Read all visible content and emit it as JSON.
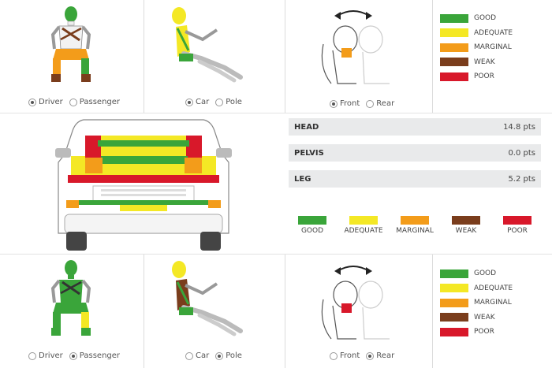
{
  "colors": {
    "good": "#3aa53a",
    "adequate": "#f4e825",
    "marginal": "#f39c1a",
    "weak": "#7a3d1c",
    "poor": "#d8182a"
  },
  "top": {
    "occupant_options": [
      {
        "label": "Driver",
        "selected": true
      },
      {
        "label": "Passenger",
        "selected": false
      }
    ],
    "impact_options": [
      {
        "label": "Car",
        "selected": true
      },
      {
        "label": "Pole",
        "selected": false
      }
    ],
    "view_options": [
      {
        "label": "Front",
        "selected": true
      },
      {
        "label": "Rear",
        "selected": false
      }
    ],
    "legend": [
      "GOOD",
      "ADEQUATE",
      "MARGINAL",
      "WEAK",
      "POOR"
    ]
  },
  "scores": [
    {
      "label": "HEAD",
      "value": "14.8 pts"
    },
    {
      "label": "PELVIS",
      "value": "0.0 pts"
    },
    {
      "label": "LEG",
      "value": "5.2 pts"
    }
  ],
  "legend_h": [
    "GOOD",
    "ADEQUATE",
    "MARGINAL",
    "WEAK",
    "POOR"
  ],
  "bottom": {
    "occupant_options": [
      {
        "label": "Driver",
        "selected": false
      },
      {
        "label": "Passenger",
        "selected": true
      }
    ],
    "impact_options": [
      {
        "label": "Car",
        "selected": false
      },
      {
        "label": "Pole",
        "selected": true
      }
    ],
    "view_options": [
      {
        "label": "Front",
        "selected": false
      },
      {
        "label": "Rear",
        "selected": true
      }
    ],
    "legend": [
      "GOOD",
      "ADEQUATE",
      "MARGINAL",
      "WEAK",
      "POOR"
    ]
  }
}
